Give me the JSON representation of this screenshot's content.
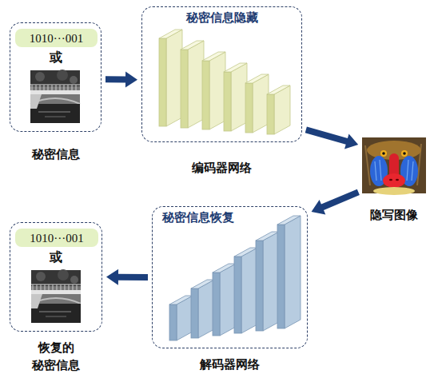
{
  "diagram": {
    "nodes": [
      {
        "text": [
          "或",
          "秘密信息"
        ]
      },
      {
        "text": [
          "1010···001"
        ],
        "in": 0
      },
      {
        "text": [
          "秘密信息隐藏",
          "编码器网络"
        ]
      },
      {
        "text": [
          "隐写图像"
        ]
      },
      {
        "text": [
          "秘密信息恢复",
          "解码器网络"
        ]
      },
      {
        "text": [
          "或",
          "恢复的 秘密信息"
        ]
      },
      {
        "text": [
          "1010···001"
        ],
        "in": 5
      }
    ],
    "edges": [
      {
        "from": 0,
        "to": 2,
        "arrow": "to"
      },
      {
        "from": 2,
        "to": 3,
        "arrow": "to"
      },
      {
        "from": 3,
        "to": 4,
        "arrow": "to"
      },
      {
        "from": 4,
        "to": 5,
        "arrow": "to"
      }
    ]
  }
}
